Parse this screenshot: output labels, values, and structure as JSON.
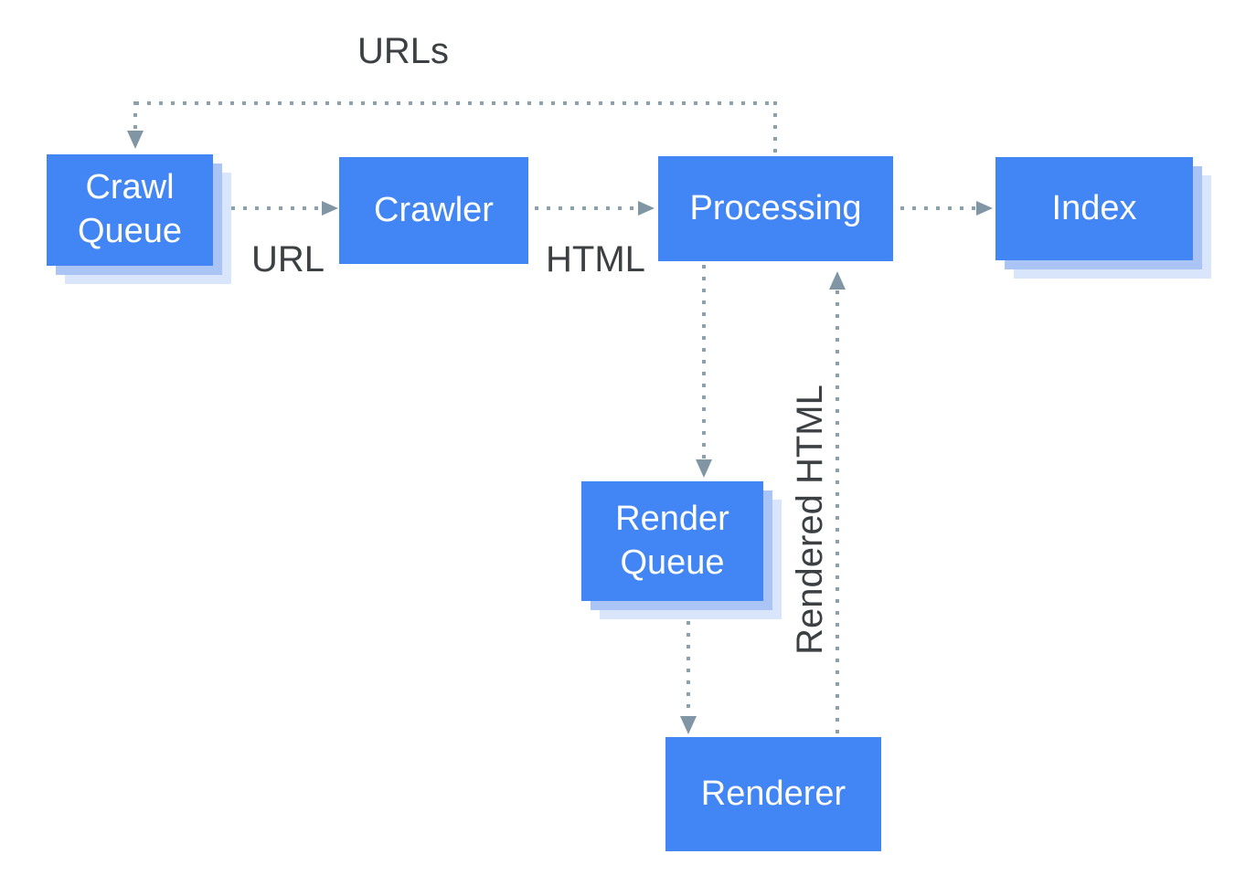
{
  "nodes": [
    {
      "id": "crawl-queue",
      "label": "Crawl Queue",
      "shadow": true
    },
    {
      "id": "crawler",
      "label": "Crawler",
      "shadow": false
    },
    {
      "id": "processing",
      "label": "Processing",
      "shadow": false
    },
    {
      "id": "index",
      "label": "Index",
      "shadow": true
    },
    {
      "id": "render-queue",
      "label": "Render Queue",
      "shadow": true
    },
    {
      "id": "renderer",
      "label": "Renderer",
      "shadow": false
    }
  ],
  "edges": [
    {
      "from": "processing",
      "to": "crawl-queue",
      "label": "URLs",
      "style": "dotted"
    },
    {
      "from": "crawl-queue",
      "to": "crawler",
      "label": "URL",
      "style": "dotted"
    },
    {
      "from": "crawler",
      "to": "processing",
      "label": "HTML",
      "style": "dotted"
    },
    {
      "from": "processing",
      "to": "index",
      "label": "",
      "style": "dotted"
    },
    {
      "from": "processing",
      "to": "render-queue",
      "label": "",
      "style": "dotted"
    },
    {
      "from": "render-queue",
      "to": "renderer",
      "label": "",
      "style": "dotted"
    },
    {
      "from": "renderer",
      "to": "processing",
      "label": "Rendered HTML",
      "style": "dotted"
    }
  ],
  "edge_labels": {
    "urls": "URLs",
    "url": "URL",
    "html": "HTML",
    "rendered_html": "Rendered HTML"
  },
  "colors": {
    "node_fill": "#4285F4",
    "node_text": "#FFFFFF",
    "shadow_inner": "#A9C4F5",
    "shadow_outer": "#D9E5FB",
    "connector": "#8CA1AE",
    "arrow": "#8096A4",
    "label_text": "#3C4043",
    "background": "#FFFFFF"
  }
}
